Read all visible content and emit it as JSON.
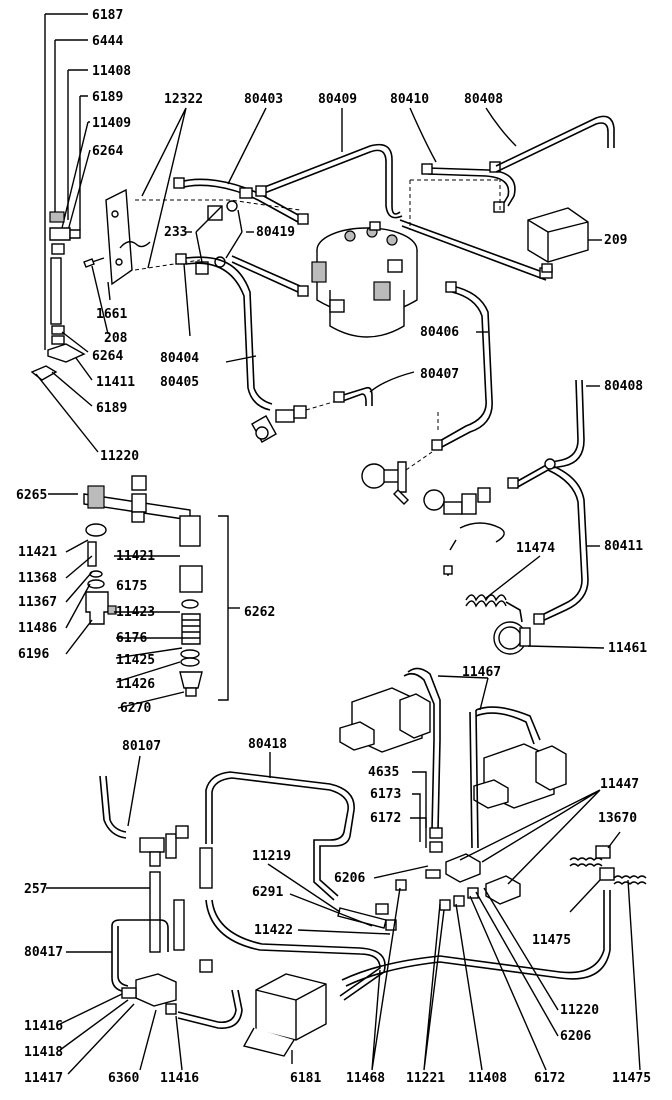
{
  "colors": {
    "ink": "#000000",
    "paper": "#ffffff"
  },
  "labels": {
    "l6187": "6187",
    "l6444": "6444",
    "l11408a": "11408",
    "l6189a": "6189",
    "l11409": "11409",
    "l6264a": "6264",
    "l12322": "12322",
    "l80403": "80403",
    "l80409": "80409",
    "l80410": "80410",
    "l80408a": "80408",
    "l209": "209",
    "l233": "233",
    "l80419": "80419",
    "l1661": "1661",
    "l208": "208",
    "l6264b": "6264",
    "l80404": "80404",
    "l80405": "80405",
    "l11411": "11411",
    "l6189b": "6189",
    "l80406": "80406",
    "l80407": "80407",
    "l80408b": "80408",
    "l11220a": "11220",
    "l6265": "6265",
    "l11421a": "11421",
    "l11421b": "11421",
    "l11368": "11368",
    "l6175": "6175",
    "l11367": "11367",
    "l11423": "11423",
    "l11486": "11486",
    "l6262": "6262",
    "l6176": "6176",
    "l6196": "6196",
    "l11425": "11425",
    "l11426": "11426",
    "l6270": "6270",
    "l80411": "80411",
    "l11474": "11474",
    "l11461": "11461",
    "l11467": "11467",
    "l80107": "80107",
    "l80418": "80418",
    "l4635": "4635",
    "l6173": "6173",
    "l11447": "11447",
    "l6172a": "6172",
    "l13670": "13670",
    "l11219": "11219",
    "l6206a": "6206",
    "l257": "257",
    "l6291": "6291",
    "l11422": "11422",
    "l11475a": "11475",
    "l80417": "80417",
    "l11220b": "11220",
    "l6206b": "6206",
    "l11416a": "11416",
    "l11418": "11418",
    "l11417": "11417",
    "l6360": "6360",
    "l11416b": "11416",
    "l6181": "6181",
    "l11468": "11468",
    "l11221": "11221",
    "l11408b": "11408",
    "l6172b": "6172",
    "l11475b": "11475"
  }
}
